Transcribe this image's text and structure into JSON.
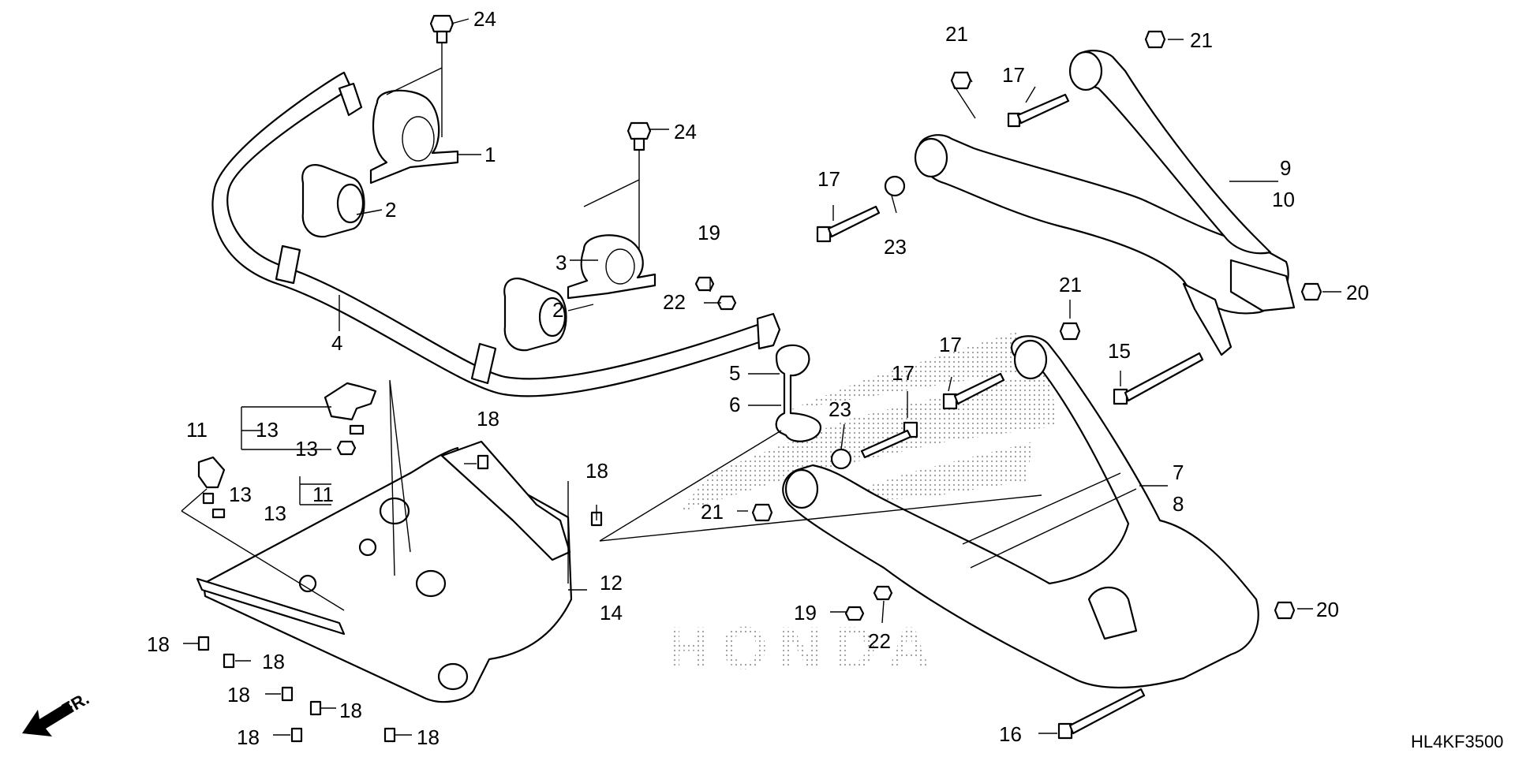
{
  "diagram": {
    "callouts": {
      "c1": "1",
      "c2a": "2",
      "c2b": "2",
      "c3": "3",
      "c4": "4",
      "c5": "5",
      "c6": "6",
      "c7": "7",
      "c8": "8",
      "c9": "9",
      "c10": "10",
      "c11a": "11",
      "c11b": "11",
      "c12": "12",
      "c14": "14",
      "c13a": "13",
      "c13b": "13",
      "c13c": "13",
      "c13d": "13",
      "c15": "15",
      "c16": "16",
      "c17a": "17",
      "c17b": "17",
      "c17c": "17",
      "c17d": "17",
      "c18a": "18",
      "c18b": "18",
      "c18c": "18",
      "c18d": "18",
      "c18e": "18",
      "c18f": "18",
      "c18g": "18",
      "c18h": "18",
      "c19a": "19",
      "c19b": "19",
      "c20a": "20",
      "c20b": "20",
      "c21a": "21",
      "c21b": "21",
      "c21c": "21",
      "c21d": "21",
      "c22a": "22",
      "c22b": "22",
      "c23a": "23",
      "c23b": "23",
      "c24a": "24",
      "c24b": "24"
    },
    "watermark": "HONDA",
    "diagram_code": "HL4KF3500",
    "direction_label": "FR."
  }
}
